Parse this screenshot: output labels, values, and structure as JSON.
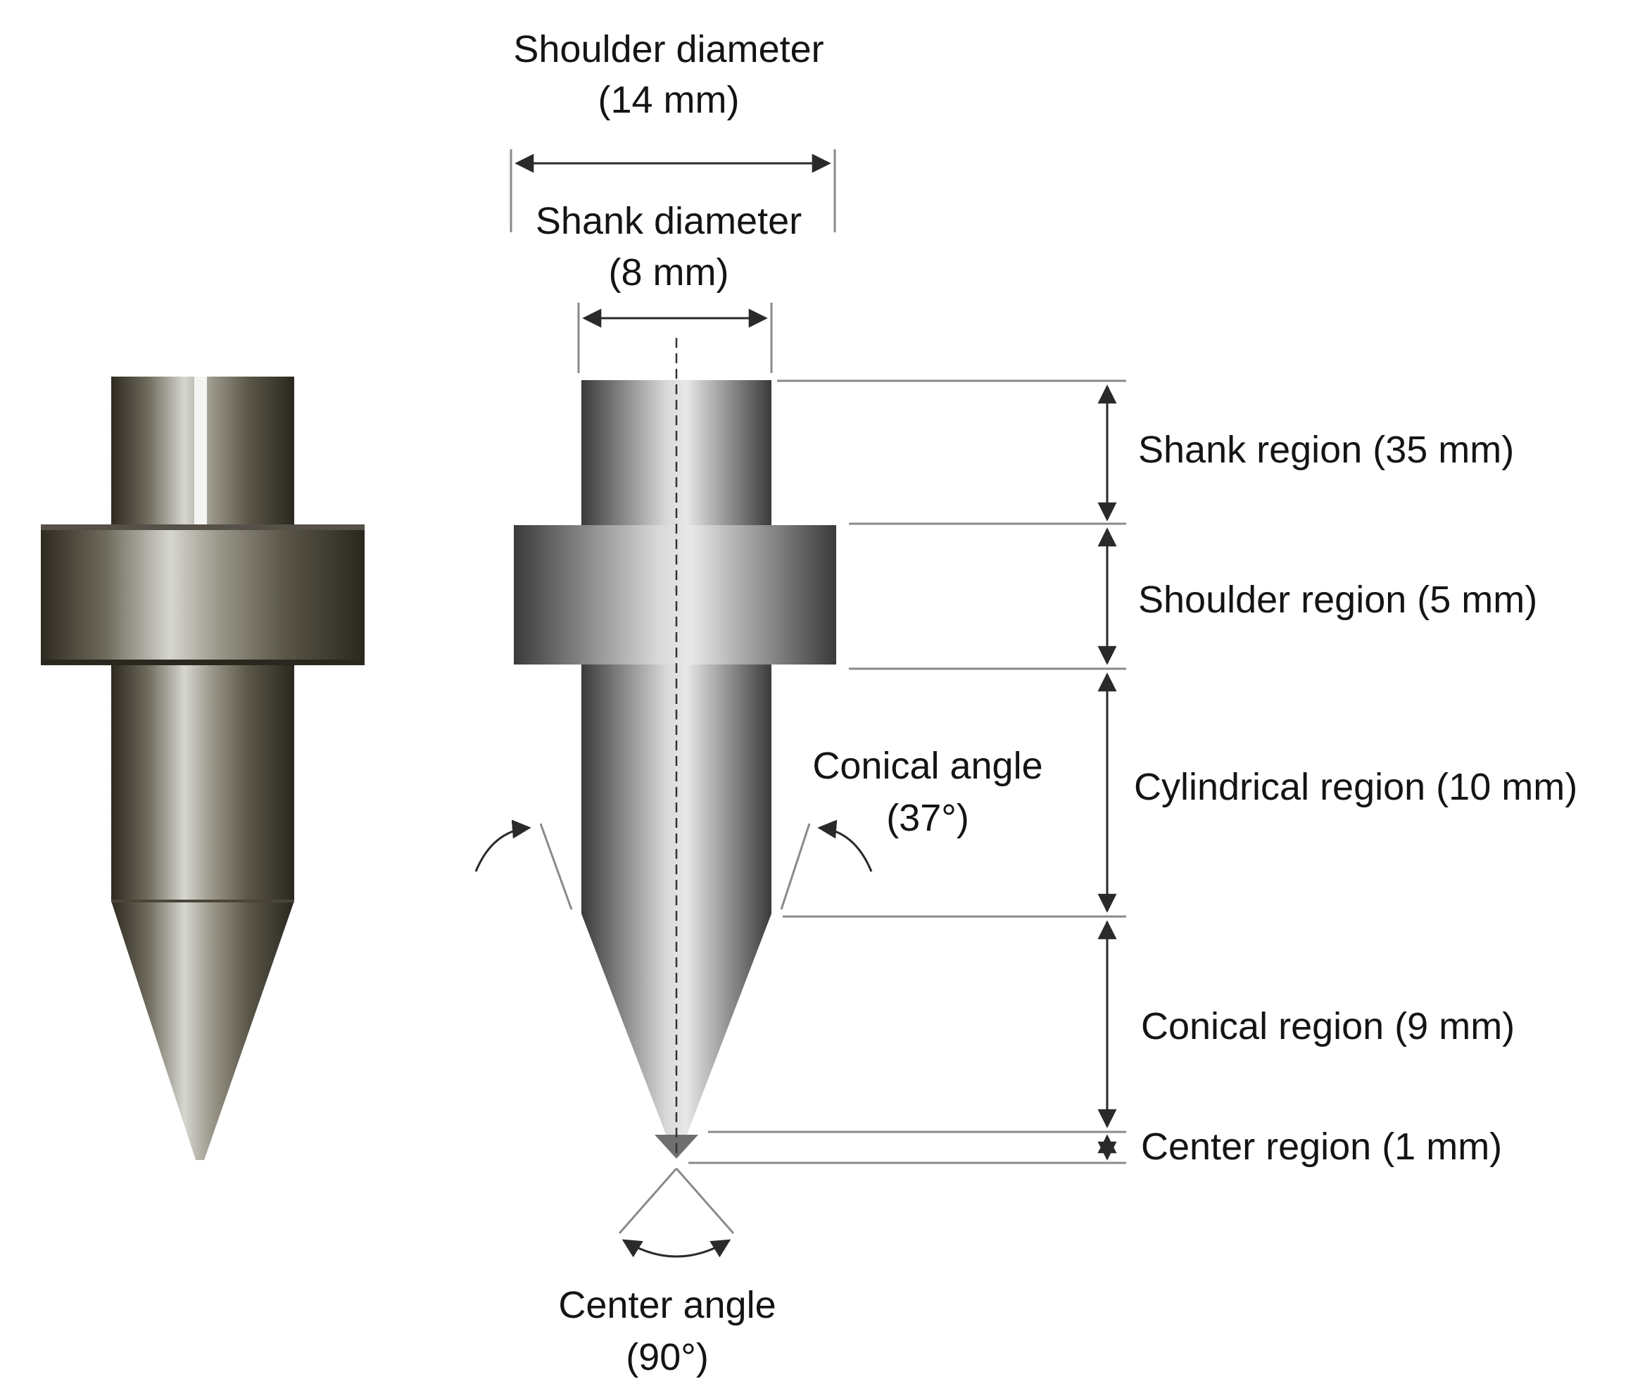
{
  "labels": {
    "shoulder_diameter": {
      "name": "Shoulder diameter",
      "value": "(14 mm)"
    },
    "shank_diameter": {
      "name": "Shank diameter",
      "value": "(8 mm)"
    },
    "shank_region": "Shank region (35 mm)",
    "shoulder_region": "Shoulder region (5 mm)",
    "cylindrical_region": "Cylindrical region (10 mm)",
    "conical_region": "Conical region (9 mm)",
    "center_region": "Center region (1 mm)",
    "conical_angle": {
      "name": "Conical angle",
      "value": "(37°)"
    },
    "center_angle": {
      "name": "Center angle",
      "value": "(90°)"
    }
  },
  "colors": {
    "metal_dark": "#3a3a3a",
    "metal_light": "#e6e6e6",
    "photo_dark": "#3b3526",
    "photo_light": "#cfcfc8",
    "dimension_line": "#2a2a2a",
    "extension_line": "#8a8a8a"
  }
}
